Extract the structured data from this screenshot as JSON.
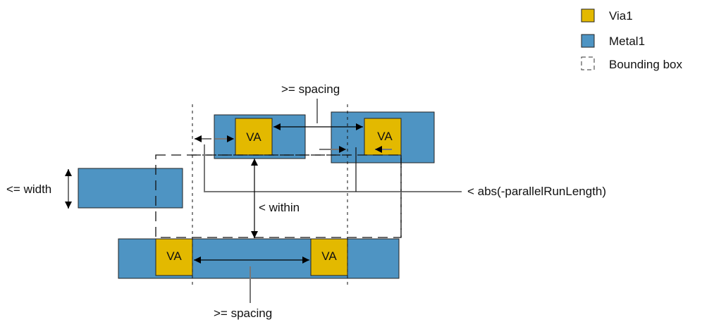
{
  "colors": {
    "via": "#e3b900",
    "metal": "#4e94c3",
    "line": "#000000",
    "leader": "#777777"
  },
  "legend": [
    {
      "name": "via1",
      "label": "Via1",
      "swatch": "via"
    },
    {
      "name": "metal1",
      "label": "Metal1",
      "swatch": "metal"
    },
    {
      "name": "bounding-box",
      "label": "Bounding box",
      "swatch": "dashed"
    }
  ],
  "via_label": "VA",
  "annotations": {
    "spacing_top": ">= spacing",
    "spacing_bottom": ">= spacing",
    "within": "< within",
    "width": "<= width",
    "prl": "< abs(-parallelRunLength)"
  }
}
